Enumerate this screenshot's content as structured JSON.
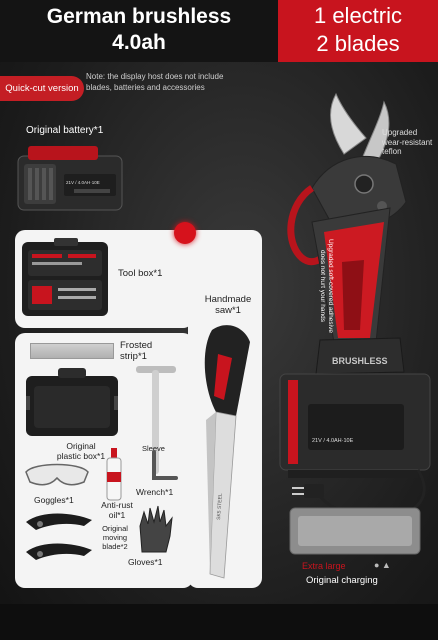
{
  "header": {
    "title_line1": "German brushless",
    "title_line2": "4.0ah",
    "right_line1": "1 electric",
    "right_line2": "2 blades"
  },
  "badge": "Quick-cut version",
  "note_line1": "Note: the display host does not include",
  "note_line2": "blades, batteries and accessories",
  "battery_label": "Original battery*1",
  "battery_spec": "21V / 4.0AH·10E",
  "blade_label_line1": "Upgraded",
  "blade_label_line2": "wear-resistant",
  "blade_label_line3": "teflon",
  "handle_vertical_line1": "Upgraded soft-covered adhesive",
  "handle_vertical_line2": "does not hurt your hands",
  "brand_text": "BRUSHLESS",
  "toolbox_label": "Tool box*1",
  "saw_label_line1": "Handmade",
  "saw_label_line2": "saw*1",
  "saw_blade_text": "SK5 STEEL",
  "strip_label_line1": "Frosted",
  "strip_label_line2": "strip*1",
  "case_label_line1": "Original",
  "case_label_line2": "plastic box*1",
  "sleeve_label": "Sleeve",
  "goggles_label": "Goggles*1",
  "oil_label_line1": "Anti-rust",
  "oil_label_line2": "oil*1",
  "wrench_label": "Wrench*1",
  "moving_blade_line1": "Original",
  "moving_blade_line2": "moving",
  "moving_blade_line3": "blade*2",
  "gloves_label": "Gloves*1",
  "charger_top_label": "Extra large",
  "charger_label": "Original charging",
  "colors": {
    "accent": "#c8141e",
    "header_bg": "#141414",
    "panel_bg": "#f4f4f4"
  }
}
